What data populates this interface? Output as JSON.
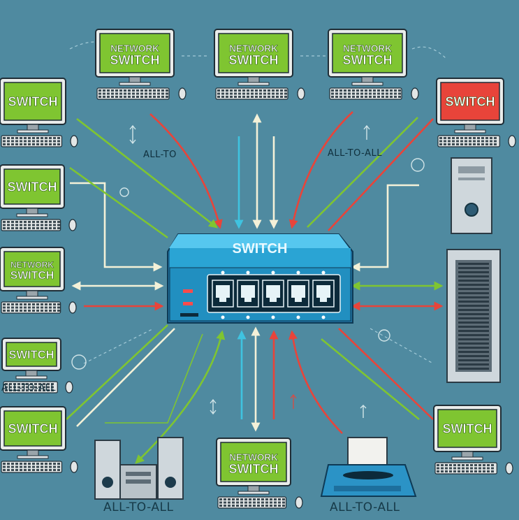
{
  "colors": {
    "background": "#4f8aa0",
    "screen_green": "#7fc531",
    "screen_red": "#e8443a",
    "switch_blue": "#2aa4d4",
    "arrow_green": "#7fc531",
    "arrow_red": "#e8443a",
    "arrow_white": "#f4f1d8",
    "arrow_cyan": "#3fc3e0"
  },
  "switch": {
    "label": "SWITCH",
    "port_count": 5
  },
  "computers": [
    {
      "id": "pc-top-left",
      "text": "NETWORK SWITCH",
      "screen": "green"
    },
    {
      "id": "pc-top-center",
      "text": "NETWORK SWITCH",
      "screen": "green"
    },
    {
      "id": "pc-top-right",
      "text": "NETWORK SWITCH",
      "screen": "green"
    },
    {
      "id": "pc-left-1",
      "text": "SWITCH",
      "screen": "green"
    },
    {
      "id": "pc-left-2",
      "text": "SWITCH",
      "screen": "green"
    },
    {
      "id": "pc-left-3",
      "text": "NETWORK SWITCH",
      "screen": "green"
    },
    {
      "id": "pc-left-4",
      "text": "SWITCH",
      "screen": "green"
    },
    {
      "id": "pc-left-5",
      "text": "SWITCH",
      "screen": "green"
    },
    {
      "id": "pc-right-top",
      "text": "SWITCH",
      "screen": "red"
    },
    {
      "id": "pc-right-bottom",
      "text": "SWITCH",
      "screen": "green"
    },
    {
      "id": "pc-bottom-center",
      "text": "NETWORK SWITCH",
      "screen": "green"
    }
  ],
  "labels": {
    "all_to_all_1": "ALL-TO",
    "all_to_all_2": "ALL-TO-ALL",
    "all_to_all_3": "ALL-TO-ALL",
    "all_to_all_4": "ALL-TO-ALL",
    "all_to_all_5": "ALL-TO-ALL"
  }
}
